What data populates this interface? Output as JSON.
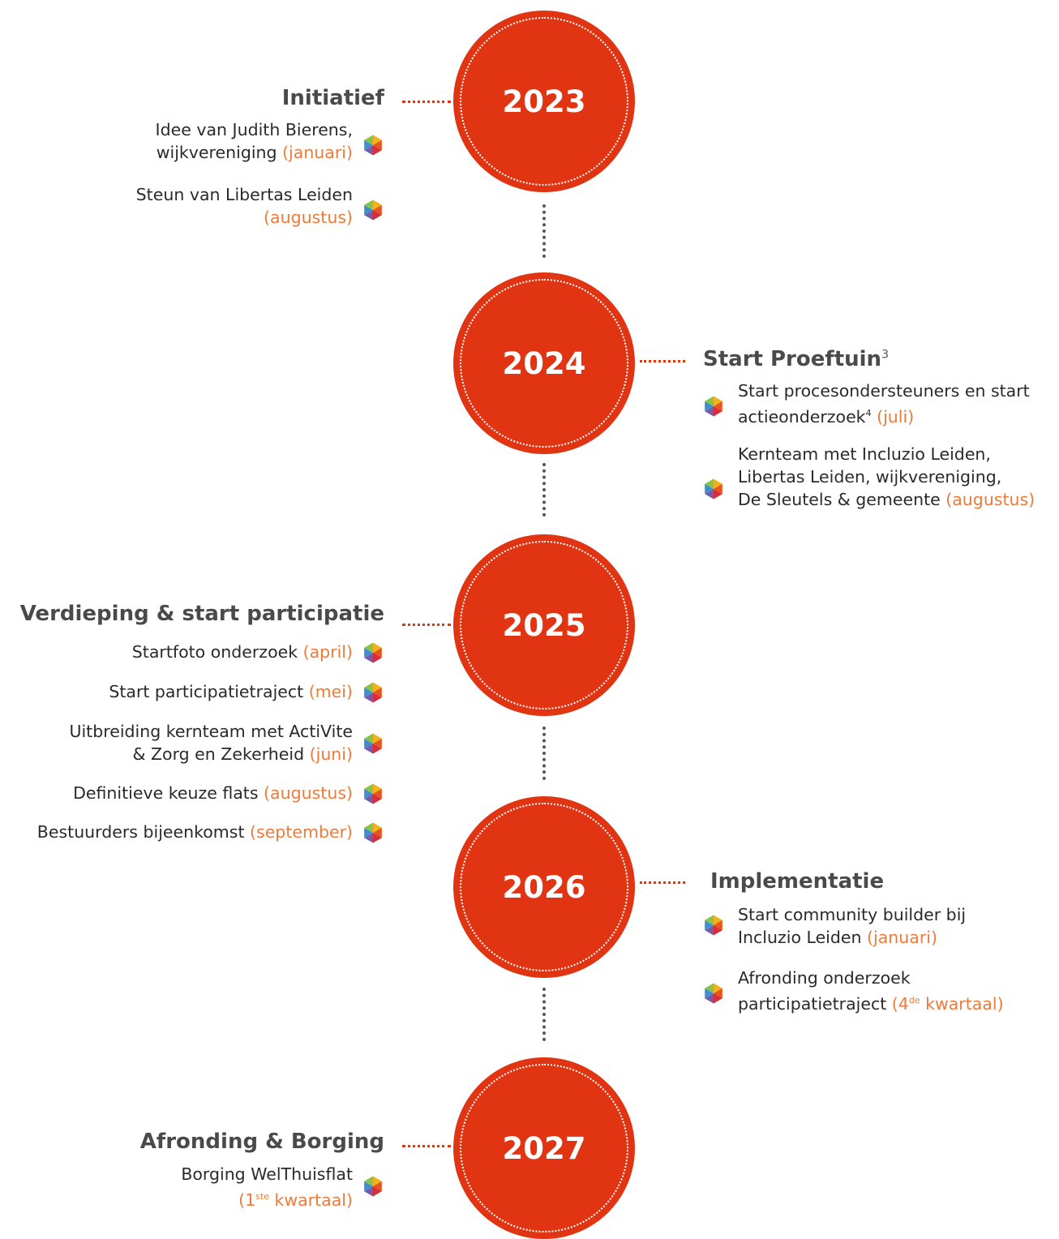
{
  "years": [
    "2023",
    "2024",
    "2025",
    "2026",
    "2027"
  ],
  "phases": {
    "p2023": {
      "title": "Initiatief",
      "items": [
        {
          "line1": "Idee van Judith Bierens,",
          "line2_text": "wijkvereniging ",
          "date": "(januari)"
        },
        {
          "line1": "Steun van Libertas Leiden",
          "line2_text": "",
          "date": "(augustus)"
        }
      ]
    },
    "p2024": {
      "title": "Start Proeftuin",
      "title_sup": "3",
      "items": [
        {
          "line1": "Start procesondersteuners en start",
          "line2_text": "actieonderzoek",
          "sup": "4",
          "date": "(juli)"
        },
        {
          "line1": "Kernteam met Incluzio Leiden,",
          "line2": "Libertas Leiden, wijkvereniging,",
          "line3_text": "De Sleutels & gemeente ",
          "date": "(augustus)"
        }
      ]
    },
    "p2025": {
      "title": "Verdieping & start participatie",
      "items": [
        {
          "text": "Startfoto onderzoek ",
          "date": "(april)"
        },
        {
          "text": "Start participatietraject ",
          "date": "(mei)"
        },
        {
          "line1": "Uitbreiding kernteam met ActiVite",
          "line2_text": "& Zorg en Zekerheid ",
          "date": "(juni)"
        },
        {
          "text": "Definitieve keuze flats ",
          "date": "(augustus)"
        },
        {
          "text": "Bestuurders bijeenkomst ",
          "date": "(september)"
        }
      ]
    },
    "p2026": {
      "title": "Implementatie",
      "items": [
        {
          "line1": "Start community builder bij",
          "line2_text": "Incluzio Leiden ",
          "date": "(januari)"
        },
        {
          "line1": "Afronding onderzoek",
          "line2_text": "participatietraject ",
          "date_a": "(4",
          "date_sup": "de",
          "date_b": " kwartaal)"
        }
      ]
    },
    "p2027": {
      "title": "Afronding & Borging",
      "items": [
        {
          "line1": "Borging WelThuisflat",
          "date_a": "(1",
          "date_sup": "ste",
          "date_b": " kwartaal)"
        }
      ]
    }
  },
  "colors": {
    "circle": "#e03412",
    "date": "#ee7a3a",
    "hex_segments": [
      "#f2b11d",
      "#e8551e",
      "#d82e3b",
      "#7a5aa6",
      "#3f8fcf",
      "#8bc34a"
    ]
  },
  "icon": "hexagon-icon"
}
